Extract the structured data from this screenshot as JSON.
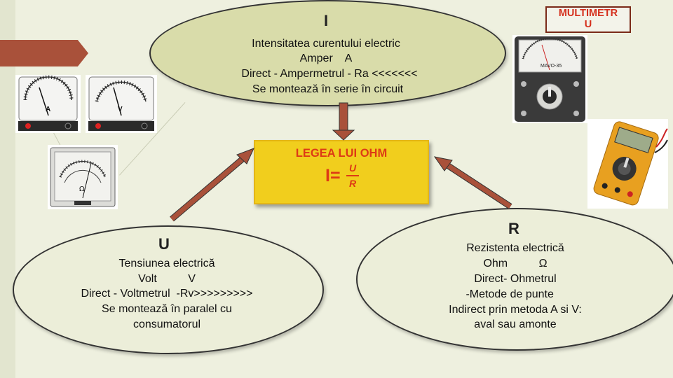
{
  "top_ellipse": {
    "letter": "I",
    "line1": "Intensitatea curentului electric",
    "line2": "Amper    A",
    "line3": "Direct - Ampermetrul - Ra <<<<<<<",
    "line4": "Se montează în serie în circuit"
  },
  "left_ellipse": {
    "letter": "U",
    "line1": "Tensiunea electrică",
    "line2": "Volt          V",
    "line3": "Direct - Voltmetrul  -Rv>>>>>>>>>",
    "line4": "Se montează în paralel cu",
    "line5": "consumatorul"
  },
  "right_ellipse": {
    "letter": "R",
    "line1": "Rezistenta electrică",
    "line2": "Ohm          Ω",
    "line3": "Direct- Ohmetrul",
    "line4": "          -Metode de punte",
    "line5": "Indirect prin metoda A si V:",
    "line6": "aval sau amonte"
  },
  "multimeter_label": {
    "line1": "MULTIMETR",
    "line2": "U"
  },
  "ohm_law": {
    "title": "LEGEA LUI OHM",
    "lhs": "I=",
    "numerator": "U",
    "denominator": "R"
  },
  "meters": {
    "ammeter_symbol": "A",
    "voltmeter_symbol": "V",
    "ohmmeter_symbol": "Ω",
    "multimeter_brand": "MAVO-35"
  },
  "colors": {
    "accent_red": "#dd3a15",
    "ohm_box": "#f1ce1d",
    "arrow_brown": "#a9513a",
    "multimeter_body": "#e8a020"
  }
}
